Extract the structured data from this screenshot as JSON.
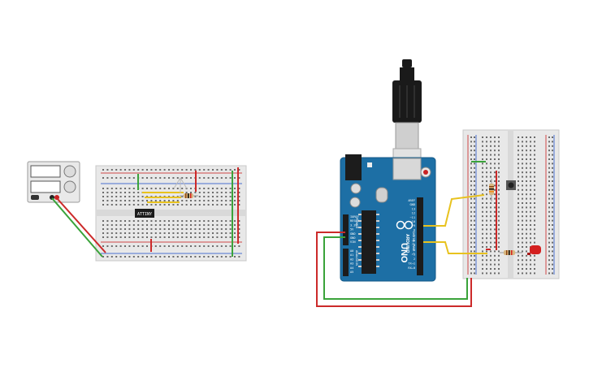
{
  "ic": {
    "label": "ATTINY"
  },
  "arduino": {
    "brand": "ARDUINO",
    "model": "UNO",
    "power_header": "POWER",
    "analog_header": "ANALOG IN",
    "digital_header": "DIGITAL (PWM ~)",
    "power_pins": [
      "IOREF",
      "RESET",
      "3.3V",
      "5V",
      "GND",
      "GND",
      "VIN"
    ],
    "analog_pins": [
      "A0",
      "A1",
      "A2",
      "A3",
      "A4",
      "A5"
    ],
    "digital_top_pins": [
      "AREF",
      "GND",
      "13",
      "12",
      "~11",
      "~10",
      "~9",
      "8"
    ],
    "digital_bottom_pins": [
      "7",
      "~6",
      "~5",
      "4",
      "~3",
      "2",
      "TX→1",
      "RX←0"
    ]
  },
  "colors": {
    "board_blue": "#1d6fa5",
    "board_blue_dark": "#155a88",
    "wire_red": "#cc2a2a",
    "wire_green": "#3aa33a",
    "wire_yellow": "#e8c21e",
    "breadboard": "#e6e6e6",
    "led_red": "#d42020",
    "usb_black": "#1a1a1a"
  }
}
